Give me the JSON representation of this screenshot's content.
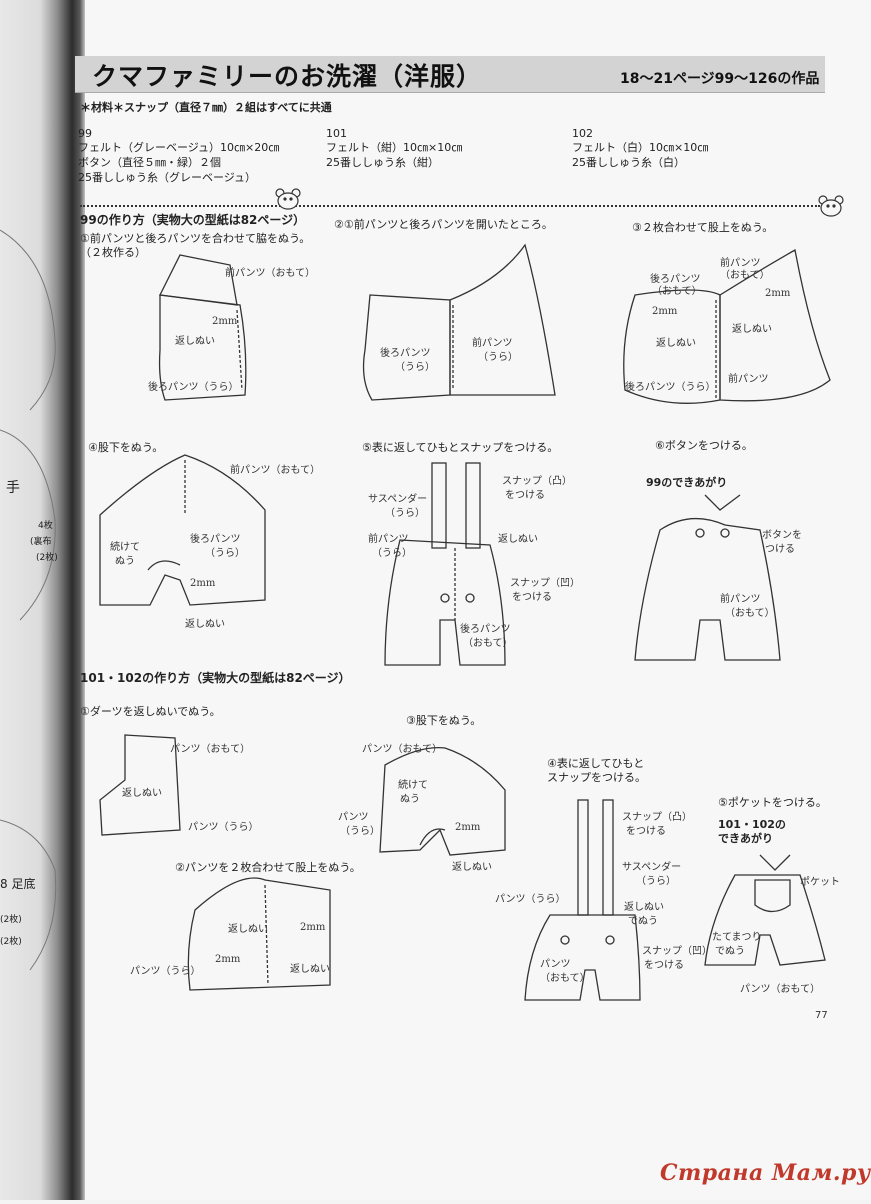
{
  "header": {
    "title": "クマファミリーのお洗濯（洋服）",
    "subtitle": "18〜21ページ99〜126の作品"
  },
  "materials": {
    "common": "＊材料＊スナップ（直径７㎜）２組はすべてに共通",
    "item99": {
      "num": "99",
      "lines": [
        "フェルト（グレーベージュ）10㎝×20㎝",
        "ボタン（直径５㎜・緑）２個",
        "25番ししゅう糸（グレーベージュ）"
      ]
    },
    "item101": {
      "num": "101",
      "lines": [
        "フェルト（紺）10㎝×10㎝",
        "25番ししゅう糸（紺）"
      ]
    },
    "item102": {
      "num": "102",
      "lines": [
        "フェルト（白）10㎝×10㎝",
        "25番ししゅう糸（白）"
      ]
    }
  },
  "section99": {
    "heading": "99の作り方（実物大の型紙は82ページ）",
    "step1": {
      "text1": "①前パンツと後ろパンツを合わせて脇をぬう。",
      "text2": "（２枚作る）"
    },
    "step2": {
      "text": "②①前パンツと後ろパンツを開いたところ。"
    },
    "step3": {
      "text": "③２枚合わせて股上をぬう。"
    },
    "step4": {
      "text": "④股下をぬう。"
    },
    "step5": {
      "text": "⑤表に返してひもとスナップをつける。"
    },
    "step6": {
      "text": "⑥ボタンをつける。"
    },
    "finished": "99のできあがり"
  },
  "section101": {
    "heading": "101・102の作り方（実物大の型紙は82ページ）",
    "step1": "①ダーツを返しぬいでぬう。",
    "step2": "②パンツを２枚合わせて股上をぬう。",
    "step3": "③股下をぬう。",
    "step4a": "④表に返してひもと",
    "step4b": "スナップをつける。",
    "step5": "⑤ポケットをつける。",
    "finished1": "101・102の",
    "finished2": "できあがり"
  },
  "labels": {
    "front_out": "前パンツ（おもて）",
    "front_in": "前パンツ",
    "ura": "（うら）",
    "back_in": "後ろパンツ",
    "back_ura": "後ろパンツ（うら）",
    "back_out": "後ろパンツ",
    "omote": "（おもて）",
    "kaeshi": "返しぬい",
    "mm2": "2mm",
    "tsuzukete1": "続けて",
    "tsuzukete2": "ぬう",
    "suspender": "サスペンダー",
    "snap_totsu": "スナップ（凸）",
    "snap_ou": "スナップ（凹）",
    "wo_tsukeru": "をつける",
    "button1": "ボタンを",
    "button2": "つける",
    "pants_out": "パンツ（おもて）",
    "pants_in": "パンツ（うら）",
    "pants": "パンツ",
    "pocket": "ポケット",
    "tatematsuri1": "たてまつり",
    "tatematsuri2": "でぬう",
    "kaeshi_de1": "返しぬい",
    "kaeshi_de2": "でぬう"
  },
  "page_number": "77",
  "watermark": "Страна Мам.ру",
  "prev_page_fragments": [
    "手",
    "4枚",
    "(裏布",
    "(2枚)",
    "8 足底",
    "(2枚)",
    "(2枚)"
  ]
}
